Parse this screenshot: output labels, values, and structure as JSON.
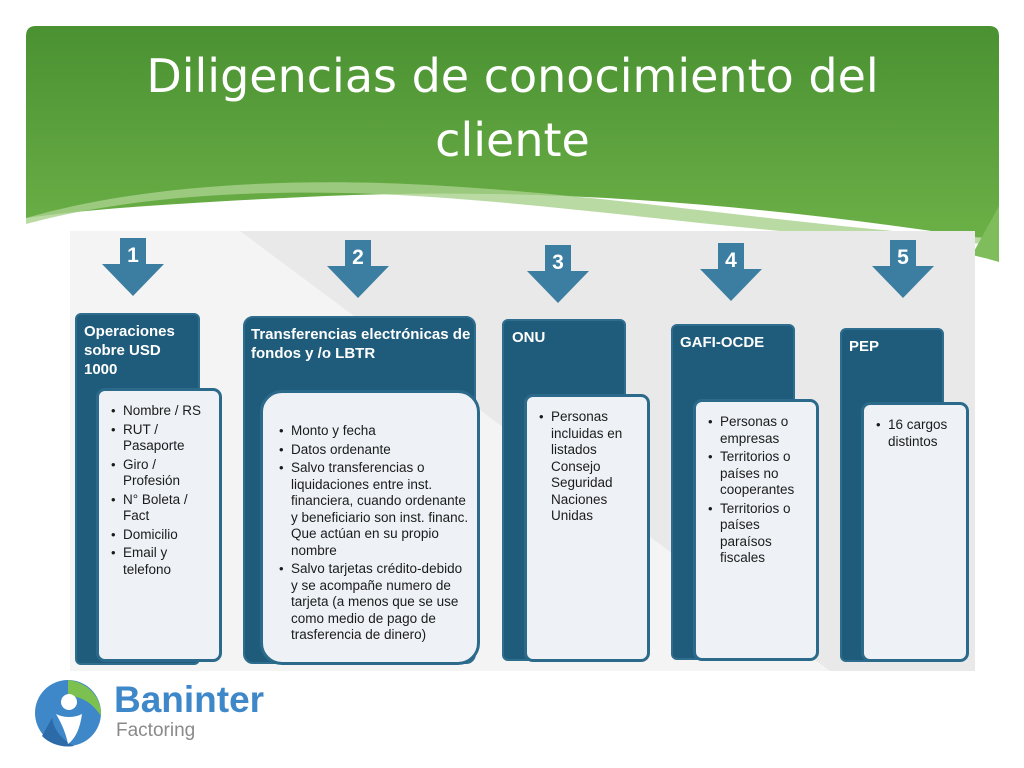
{
  "title": {
    "line1": "Diligencias de conocimiento del",
    "line2": "cliente"
  },
  "colors": {
    "banner_green": "#4e9a34",
    "card_blue": "#1f5c7b",
    "arrow_blue": "#3b7ea1",
    "inner_bg": "#eef2f6"
  },
  "steps": [
    {
      "number": "1",
      "heading": "Operaciones sobre USD 1000",
      "items": [
        "Nombre / RS",
        "RUT / Pasaporte",
        "Giro / Profesión",
        "N° Boleta / Fact",
        "Domicilio",
        "Email y telefono"
      ]
    },
    {
      "number": "2",
      "heading": "Transferencias electrónicas de fondos y /o LBTR",
      "items": [
        "Monto y fecha",
        "Datos ordenante",
        "Salvo transferencias o liquidaciones entre inst. financiera, cuando ordenante y beneficiario son inst. financ. Que actúan en su propio nombre",
        "Salvo tarjetas crédito-debido y se acompañe numero de tarjeta (a menos que se use como medio de pago  de trasferencia de dinero)"
      ]
    },
    {
      "number": "3",
      "heading": "ONU",
      "items": [
        "Personas incluidas en listados Consejo Seguridad Naciones Unidas"
      ]
    },
    {
      "number": "4",
      "heading": "GAFI-OCDE",
      "items": [
        "Personas o empresas",
        "Territorios o países no cooperantes",
        "Territorios o países paraísos fiscales"
      ]
    },
    {
      "number": "5",
      "heading": "PEP",
      "items": [
        "16 cargos distintos"
      ]
    }
  ],
  "logo": {
    "name": "Baninter",
    "subtitle": "Factoring",
    "icon": "baninter-logo-mark"
  }
}
